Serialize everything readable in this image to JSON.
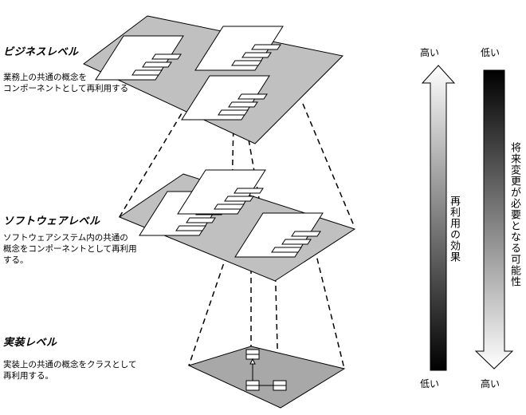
{
  "levels": [
    {
      "title": "ビジネスレベル",
      "desc": [
        "業務上の共通の概念を",
        "コンポーネントとして再利用する"
      ]
    },
    {
      "title": "ソフトウェアレベル",
      "desc": [
        "ソフトウェアシステム内の共通の",
        "概念をコンポーネントとして再利用",
        "する。"
      ]
    },
    {
      "title": "実装レベル",
      "desc": [
        "実装上の共通の概念をクラスとして",
        "再利用する。"
      ]
    }
  ],
  "reuse_arrow": {
    "top": "高い",
    "bottom": "低い",
    "label": "再利用の効果"
  },
  "change_arrow": {
    "top": "低い",
    "bottom": "高い",
    "label": "将来変更が必要となる可能性"
  },
  "colors": {
    "plane": "#c0c0c0",
    "component": "#ffffff",
    "line": "#000000"
  }
}
